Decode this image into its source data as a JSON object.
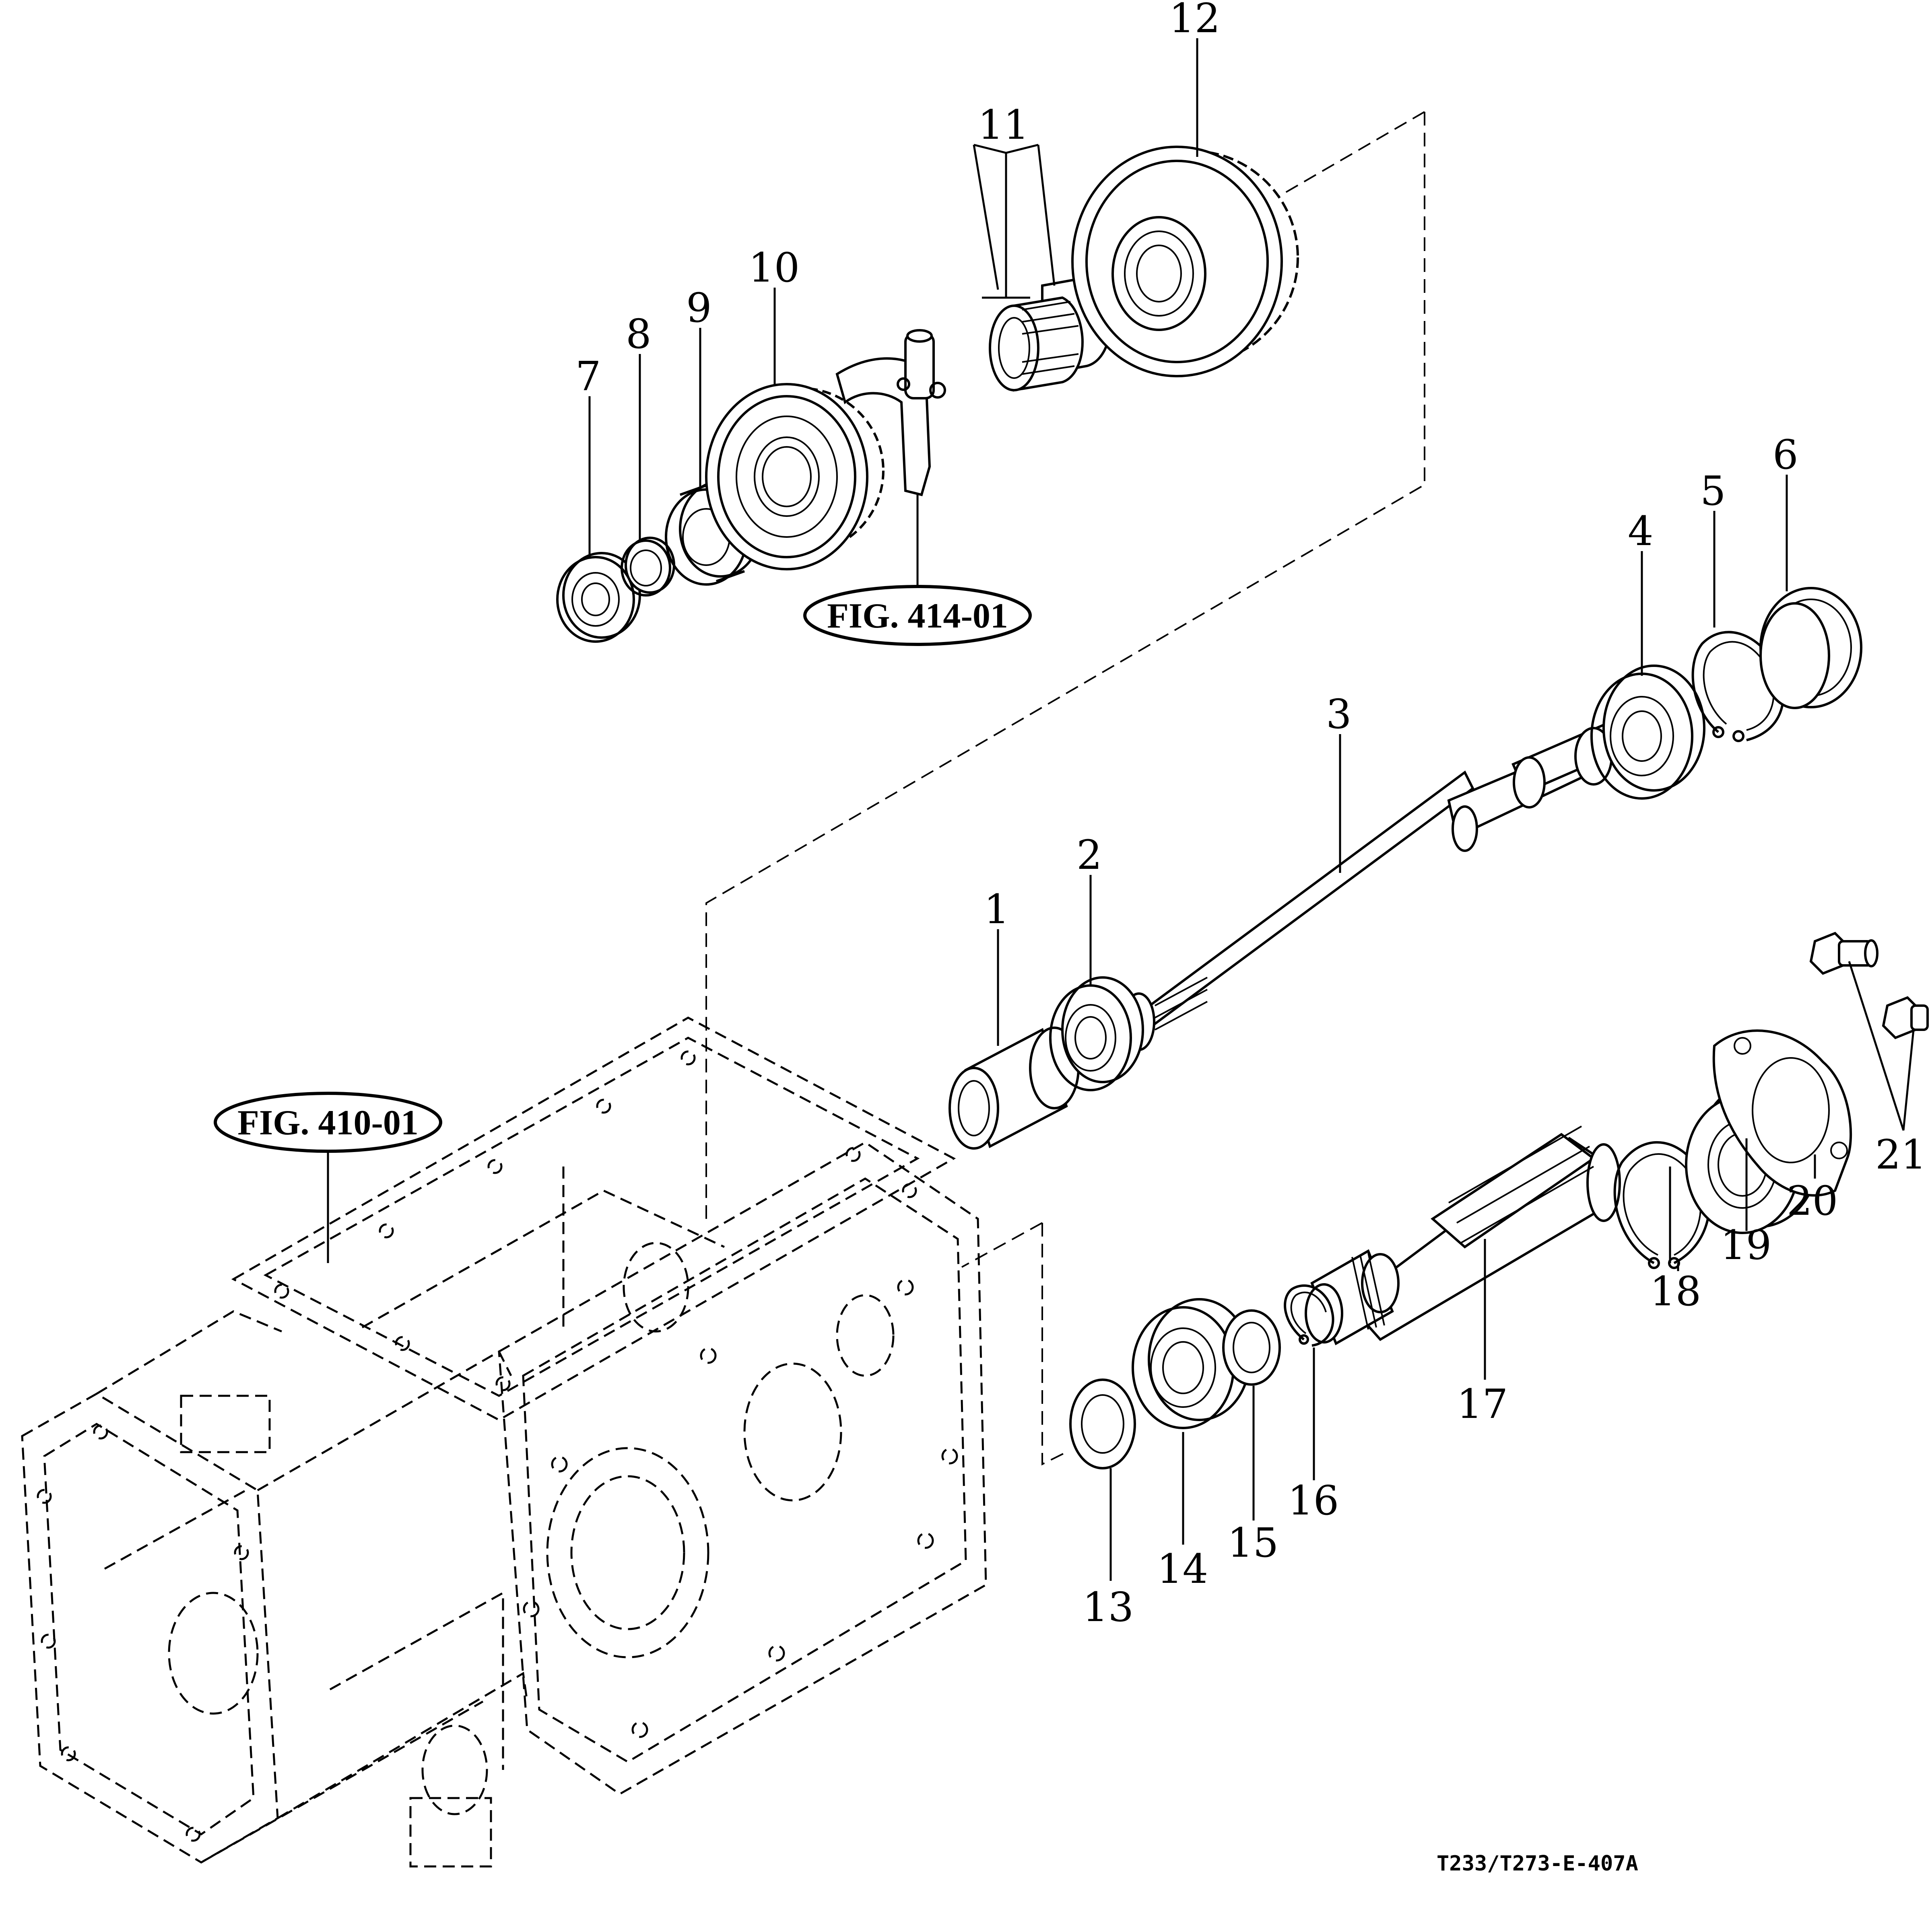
{
  "callouts": [
    "1",
    "2",
    "3",
    "4",
    "5",
    "6",
    "7",
    "8",
    "9",
    "10",
    "11",
    "12",
    "13",
    "14",
    "15",
    "16",
    "17",
    "18",
    "19",
    "20",
    "21"
  ],
  "figure_refs": {
    "upper": "FIG. 414-01",
    "lower": "FIG. 410-01"
  },
  "drawing_code": "T233/T273-E-407A"
}
